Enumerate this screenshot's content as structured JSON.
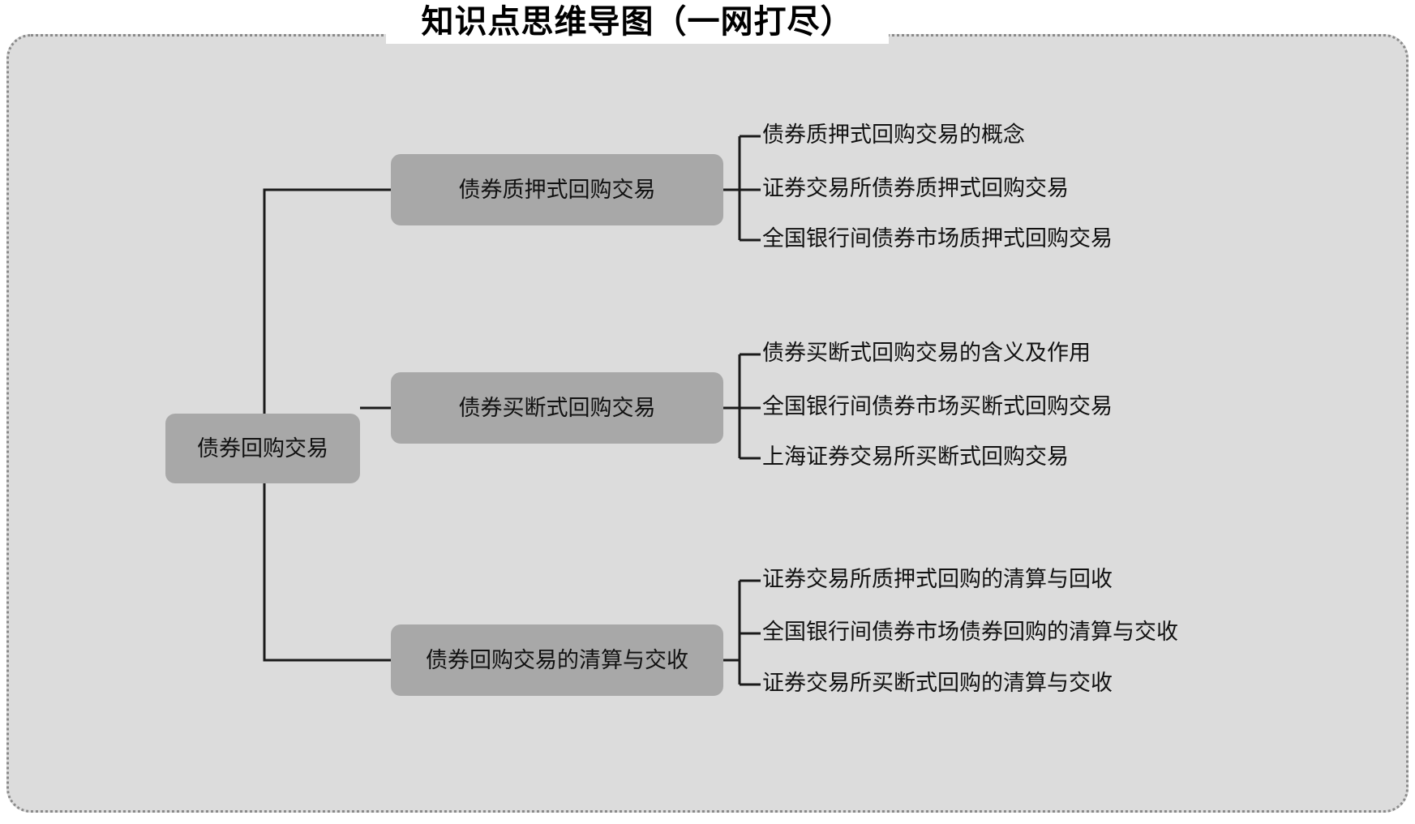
{
  "page": {
    "title": "知识点思维导图（一网打尽）",
    "frame_fill": "#dcdcdc",
    "frame_border": "#8a8a8a",
    "node_fill": "#a8a8a8",
    "link_color": "#1a1a1a",
    "text_color": "#111111"
  },
  "mindmap": {
    "root": {
      "label": "债券回购交易"
    },
    "branches": [
      {
        "label": "债券质押式回购交易",
        "leaves": [
          "债券质押式回购交易的概念",
          "证券交易所债券质押式回购交易",
          "全国银行间债券市场质押式回购交易"
        ]
      },
      {
        "label": "债券买断式回购交易",
        "leaves": [
          "债券买断式回购交易的含义及作用",
          "全国银行间债券市场买断式回购交易",
          "上海证券交易所买断式回购交易"
        ]
      },
      {
        "label": "债券回购交易的清算与交收",
        "leaves": [
          "证券交易所质押式回购的清算与回收",
          "全国银行间债券市场债券回购的清算与交收",
          "证券交易所买断式回购的清算与交收"
        ]
      }
    ]
  }
}
